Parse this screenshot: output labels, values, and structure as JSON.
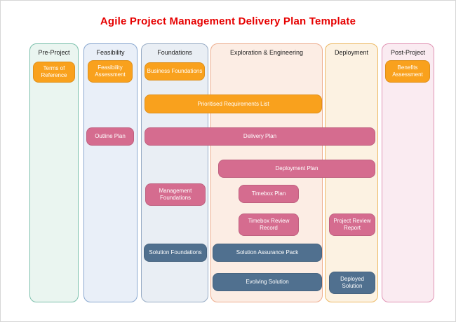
{
  "title": "Agile Project Management Delivery Plan Template",
  "colors": {
    "title": "#e60000",
    "orange": "#f9a11d",
    "pink": "#d56c8f",
    "slate": "#50708f"
  },
  "lanes": [
    {
      "label": "Pre-Project"
    },
    {
      "label": "Feasibility"
    },
    {
      "label": "Foundations"
    },
    {
      "label": "Exploration & Engineering"
    },
    {
      "label": "Deployment"
    },
    {
      "label": "Post-Project"
    }
  ],
  "boxes": [
    {
      "label": "Terms of Reference",
      "lane": "Pre-Project",
      "color": "orange"
    },
    {
      "label": "Feasibility Assessment",
      "lane": "Feasibility",
      "color": "orange"
    },
    {
      "label": "Business Foundations",
      "lane": "Foundations",
      "color": "orange"
    },
    {
      "label": "Prioritised Requirements List",
      "spans": [
        "Foundations",
        "Exploration & Engineering"
      ],
      "color": "orange"
    },
    {
      "label": "Outline Plan",
      "lane": "Feasibility",
      "color": "pink"
    },
    {
      "label": "Delivery Plan",
      "spans": [
        "Foundations",
        "Exploration & Engineering",
        "Deployment"
      ],
      "color": "pink"
    },
    {
      "label": "Deployment Plan",
      "spans": [
        "Exploration & Engineering",
        "Deployment"
      ],
      "color": "pink"
    },
    {
      "label": "Management Foundations",
      "lane": "Foundations",
      "color": "pink"
    },
    {
      "label": "Timebox Plan",
      "lane": "Exploration & Engineering",
      "color": "pink"
    },
    {
      "label": "Timebox Review Record",
      "lane": "Exploration & Engineering",
      "color": "pink"
    },
    {
      "label": "Project Review Report",
      "lane": "Deployment",
      "color": "pink"
    },
    {
      "label": "Solution Foundations",
      "lane": "Foundations",
      "color": "slate"
    },
    {
      "label": "Solution Assurance Pack",
      "lane": "Exploration & Engineering",
      "color": "slate"
    },
    {
      "label": "Evolving Solution",
      "lane": "Exploration & Engineering",
      "color": "slate"
    },
    {
      "label": "Deployed Solution",
      "lane": "Deployment",
      "color": "slate"
    },
    {
      "label": "Benefits Assessment",
      "lane": "Post-Project",
      "color": "orange"
    }
  ]
}
